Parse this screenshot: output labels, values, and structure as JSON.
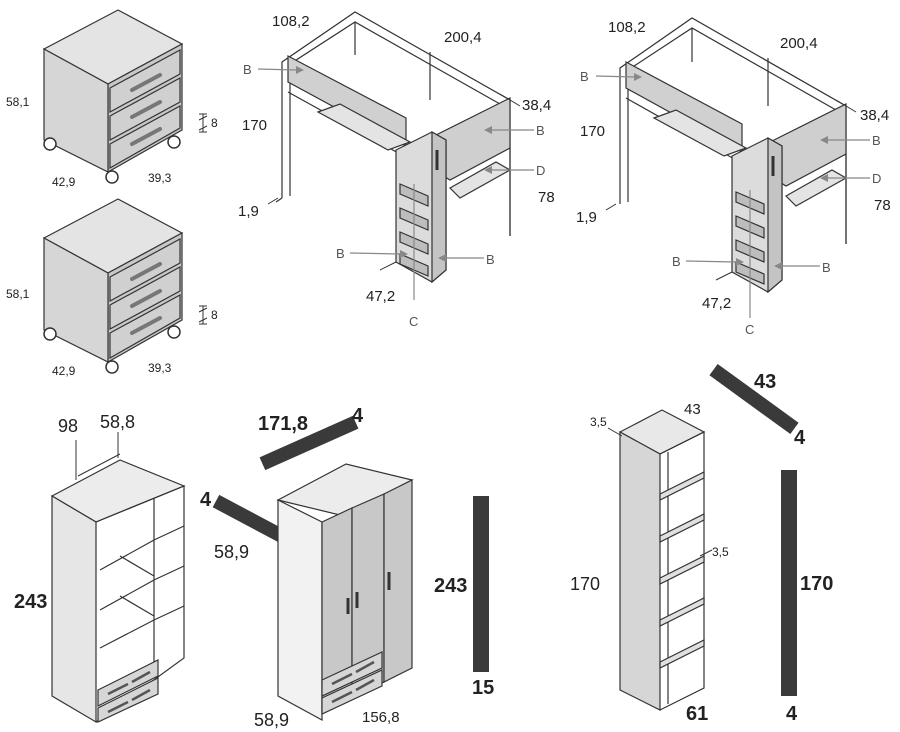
{
  "colors": {
    "panel_front": "#d0d0d0",
    "panel_top": "#e4e4e4",
    "panel_side": "#bdbdbd",
    "bar": "#3a3a3a",
    "arrow": "#8a8a8a",
    "stroke": "#333333"
  },
  "drawer_unit_1": {
    "height": "58,1",
    "width": "42,9",
    "depth": "39,3",
    "wheel": "8"
  },
  "drawer_unit_2": {
    "height": "58,1",
    "width": "42,9",
    "depth": "39,3",
    "wheel": "8"
  },
  "loft_bed_1": {
    "depth": "108,2",
    "length": "200,4",
    "height": "170",
    "leg": "1,9",
    "side_width": "38,4",
    "shelf_height": "78",
    "ladder_width": "47,2",
    "labels": {
      "b_top": "B",
      "b_right": "B",
      "d": "D",
      "b_left_bottom": "B",
      "b_right_bottom": "B",
      "c": "C"
    }
  },
  "loft_bed_2": {
    "depth": "108,2",
    "length": "200,4",
    "height": "170",
    "leg": "1,9",
    "side_width": "38,4",
    "shelf_height": "78",
    "ladder_width": "47,2",
    "labels": {
      "b_top": "B",
      "b_right": "B",
      "d": "D",
      "b_left_bottom": "B",
      "b_right_bottom": "B",
      "c": "C"
    }
  },
  "open_wardrobe": {
    "width": "98",
    "depth": "58,8",
    "height": "243"
  },
  "wardrobe": {
    "top_bar_length": "171,8",
    "top_bar_thick": "4",
    "side_bar_thick": "4",
    "side_bar_length": "58,9",
    "height": "243",
    "depth": "58,9",
    "width": "156,8",
    "vbar_height": "243",
    "vbar_width": "15"
  },
  "bookcase": {
    "shelf_thick": "3,5",
    "depth": "43",
    "inner_shelf": "3,5",
    "height": "170",
    "width": "61",
    "bar_length": "43",
    "bar_thick": "4",
    "vbar_height": "170",
    "vbar_thick": "4"
  }
}
